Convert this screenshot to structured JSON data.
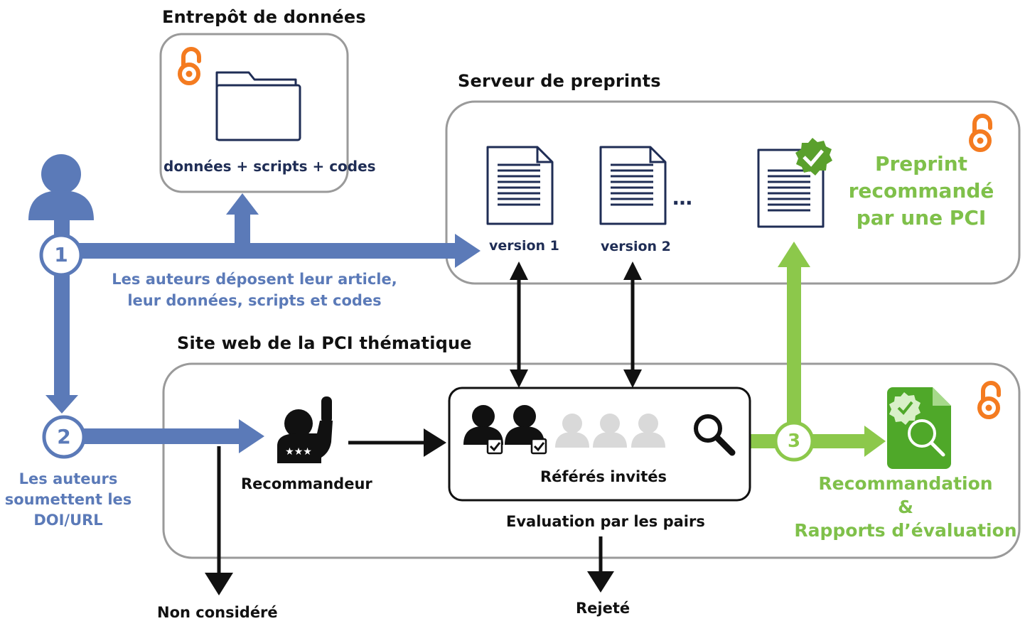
{
  "titles": {
    "data_warehouse": "Entrepôt de données",
    "preprint_server": "Serveur de preprints",
    "pci_site": "Site web de la PCI thématique"
  },
  "data_warehouse": {
    "contents": "données + scripts + codes"
  },
  "preprint_server": {
    "version1": "version 1",
    "version2": "version 2",
    "ellipsis": "…",
    "recommended": [
      "Preprint",
      "recommandé",
      "par une PCI"
    ]
  },
  "steps": {
    "step1": "1",
    "step2": "2",
    "step3": "3",
    "step1_caption": [
      "Les auteurs déposent leur article,",
      "leur données, scripts et codes"
    ],
    "step2_caption": [
      "Les auteurs",
      "soumettent les",
      "DOI/URL"
    ]
  },
  "pci": {
    "recommender": "Recommandeur",
    "invited_referees": "Référés invités",
    "peer_review": "Evaluation par les pairs",
    "outputs": [
      "Recommandation",
      "&",
      "Rapports d’évaluation"
    ]
  },
  "outcomes": {
    "not_considered": "Non considéré",
    "rejected": "Rejeté"
  },
  "colors": {
    "blue": "#5b7ab8",
    "green": "#7fc04a",
    "orange": "#f47b20",
    "navy": "#1f2d55",
    "box_border": "#9a9a9a"
  },
  "icons": [
    "author-icon",
    "open-access-icon",
    "folder-icon",
    "document-icon",
    "verified-badge-icon",
    "recommender-icon",
    "reviewer-icon",
    "search-icon",
    "report-icon"
  ]
}
